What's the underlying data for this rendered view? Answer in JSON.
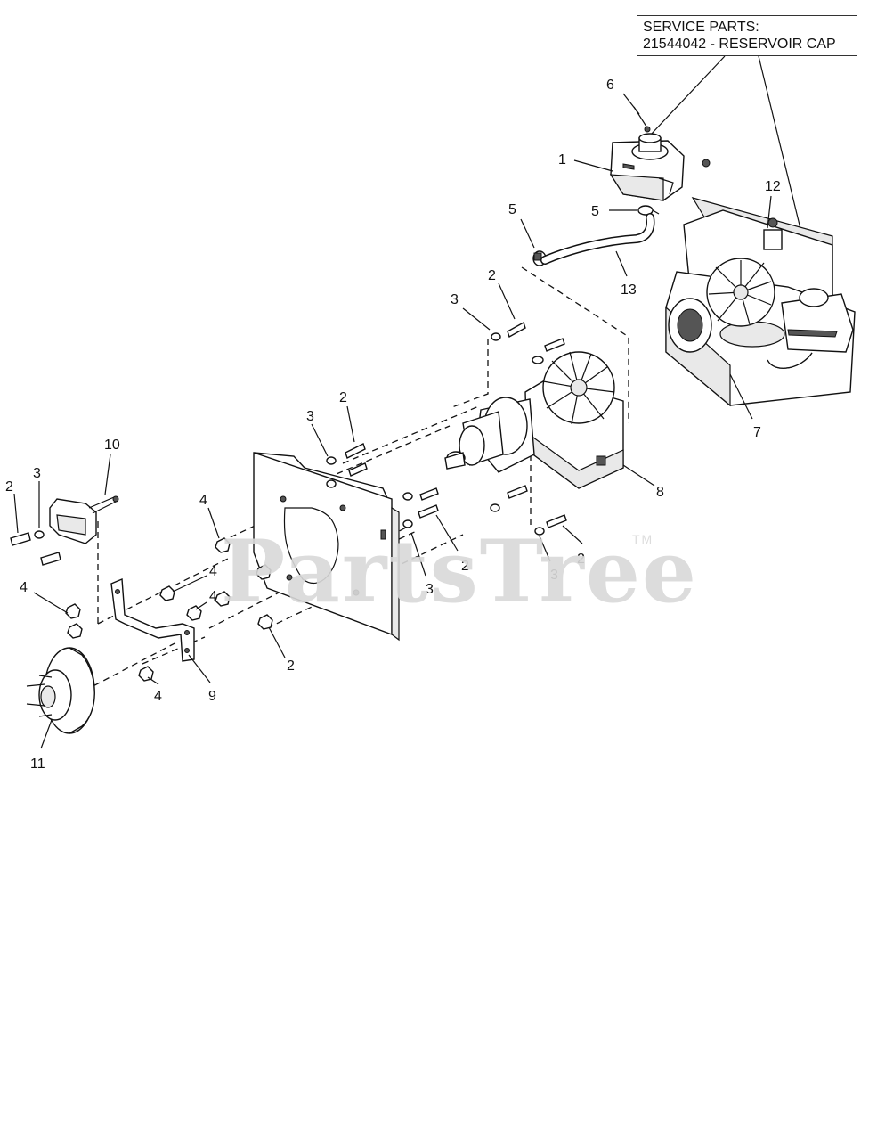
{
  "service_parts": {
    "line1": "SERVICE PARTS:",
    "line2": "21544042 - RESERVOIR CAP"
  },
  "watermark": {
    "text": "PartsTree",
    "tm": "TM"
  },
  "callouts": [
    "6",
    "1",
    "5",
    "5",
    "13",
    "12",
    "2",
    "3",
    "2",
    "3",
    "7",
    "10",
    "3",
    "2",
    "4",
    "4",
    "4",
    "4",
    "4",
    "9",
    "11",
    "8",
    "2",
    "3",
    "2",
    "3",
    "2"
  ]
}
